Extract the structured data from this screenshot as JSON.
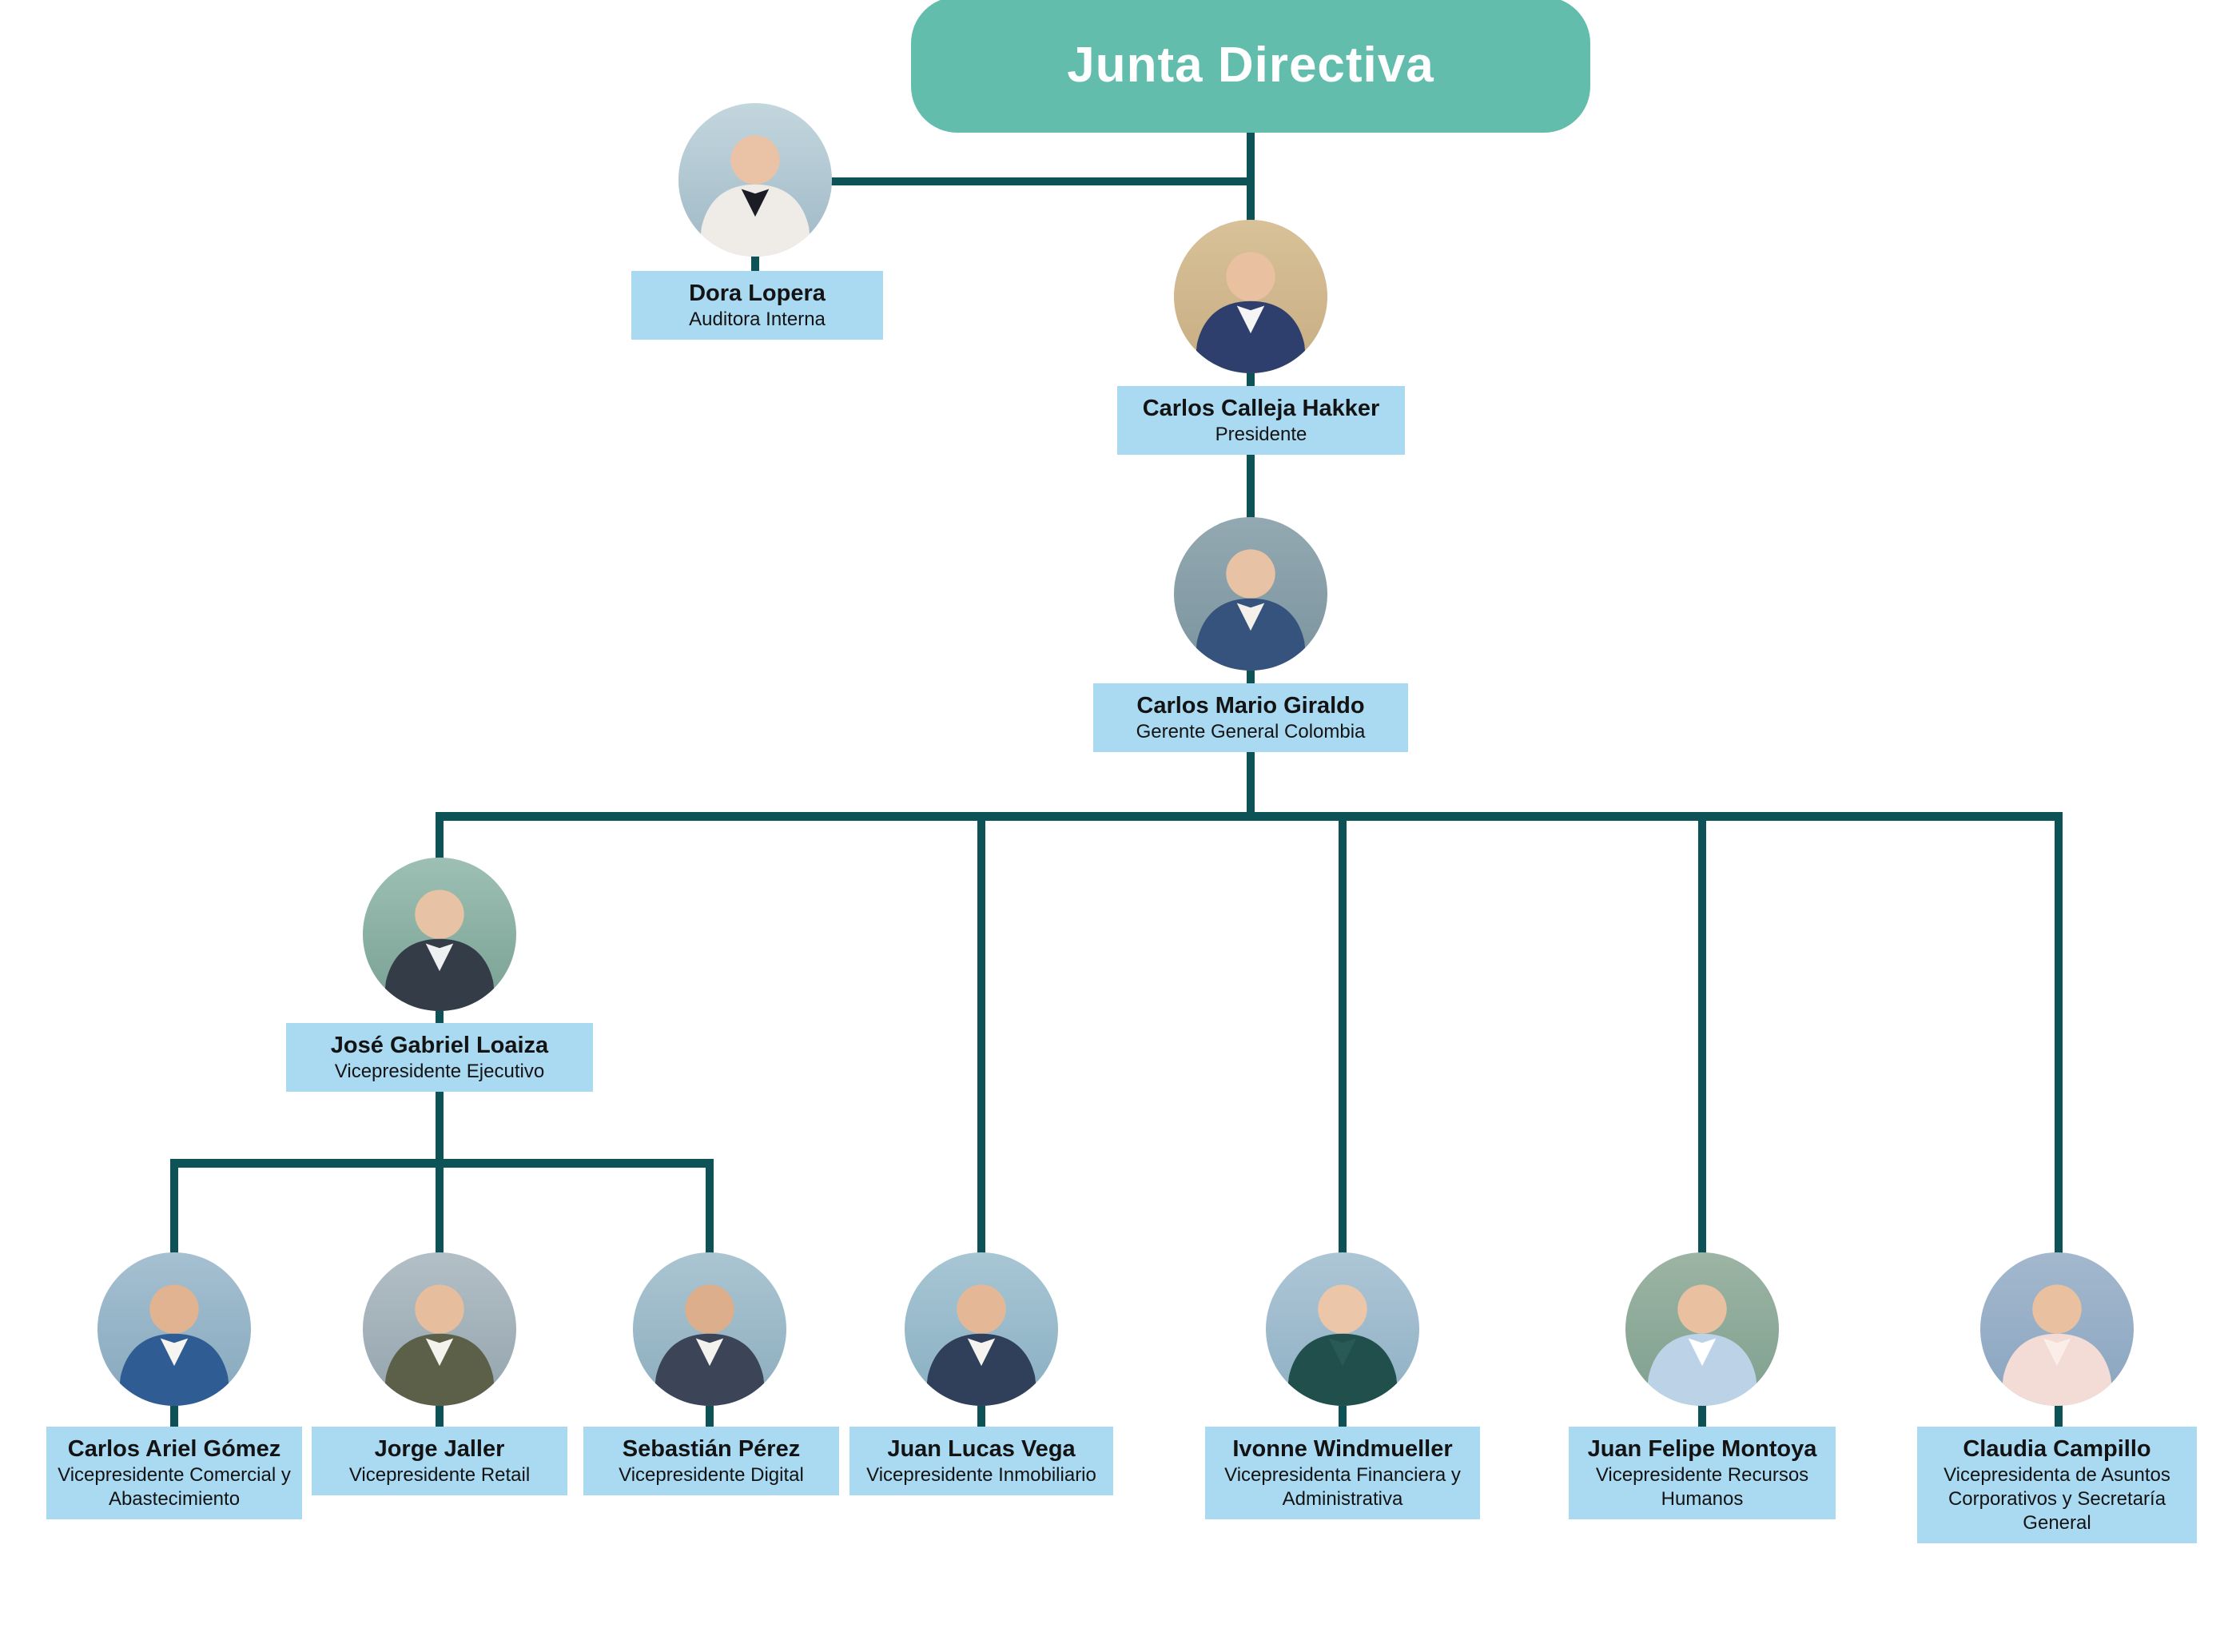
{
  "header": {
    "label": "Junta Directiva",
    "bg_color": "#62bdac",
    "text_color": "#ffffff"
  },
  "colors": {
    "connector_line": "#0d5257",
    "label_background": "#a9daf2",
    "label_text": "#131313",
    "page_background": "#ffffff"
  },
  "people": {
    "auditor": {
      "name": "Dora Lopera",
      "title": "Auditora Interna",
      "photo": {
        "bg": "#c3d6de",
        "bg2": "#9fb9c6",
        "suit": "#efece7",
        "inner": "#1c1c24",
        "skin": "#eac3a6"
      }
    },
    "president": {
      "name": "Carlos Calleja Hakker",
      "title": "Presidente",
      "photo": {
        "bg": "#d8c198",
        "bg2": "#c8ad82",
        "suit": "#2e3f6e",
        "inner": "#f5f5f5",
        "skin": "#e9c0a0"
      }
    },
    "general_manager": {
      "name": "Carlos Mario Giraldo",
      "title": "Gerente General Colombia",
      "photo": {
        "bg": "#93a9b2",
        "bg2": "#7b949e",
        "suit": "#35537d",
        "inner": "#f3f1ea",
        "skin": "#e8c2a4"
      }
    },
    "executive_vp": {
      "name": "José Gabriel Loaiza",
      "title": "Vicepresidente Ejecutivo",
      "photo": {
        "bg": "#9ec0b4",
        "bg2": "#77a093",
        "suit": "#333c47",
        "inner": "#eef0f2",
        "skin": "#e8c2a4"
      }
    },
    "vps": [
      {
        "name": "Carlos Ariel Gómez",
        "title": "Vicepresidente Comercial y Abastecimiento",
        "photo": {
          "bg": "#a5c0d1",
          "bg2": "#86a8bd",
          "suit": "#2f5c92",
          "inner": "#f6f4f0",
          "skin": "#e2b391"
        }
      },
      {
        "name": "Jorge Jaller",
        "title": "Vicepresidente Retail",
        "photo": {
          "bg": "#b3bfc6",
          "bg2": "#93a4ad",
          "suit": "#5d6048",
          "inner": "#f5f3ee",
          "skin": "#e6bd9d"
        }
      },
      {
        "name": "Sebastián Pérez",
        "title": "Vicepresidente Digital",
        "photo": {
          "bg": "#abc5d2",
          "bg2": "#8cadbd",
          "suit": "#3c4458",
          "inner": "#f4f2ee",
          "skin": "#dcae8b"
        }
      },
      {
        "name": "Juan Lucas Vega",
        "title": "Vicepresidente Inmobiliario",
        "photo": {
          "bg": "#a8c6d4",
          "bg2": "#88afc2",
          "suit": "#30405a",
          "inner": "#f4f3ef",
          "skin": "#e4b896"
        }
      },
      {
        "name": "Ivonne Windmueller",
        "title": "Vicepresidenta Financiera y Administrativa",
        "photo": {
          "bg": "#adc6d6",
          "bg2": "#8fb0c4",
          "suit": "#21504c",
          "inner": "#2a5a55",
          "skin": "#ecc6a8"
        }
      },
      {
        "name": "Juan Felipe Montoya",
        "title": "Vicepresidente Recursos Humanos",
        "photo": {
          "bg": "#9cb4a4",
          "bg2": "#7fa08e",
          "suit": "#bcd2e6",
          "inner": "#ffffff",
          "skin": "#e9c0a0"
        }
      },
      {
        "name": "Claudia Campillo",
        "title": "Vicepresidenta de Asuntos Corporativos y Secretaría General",
        "photo": {
          "bg": "#a3b8cd",
          "bg2": "#8aa5c0",
          "suit": "#f3dcd5",
          "inner": "#fbeee9",
          "skin": "#e9c0a0"
        }
      }
    ]
  }
}
